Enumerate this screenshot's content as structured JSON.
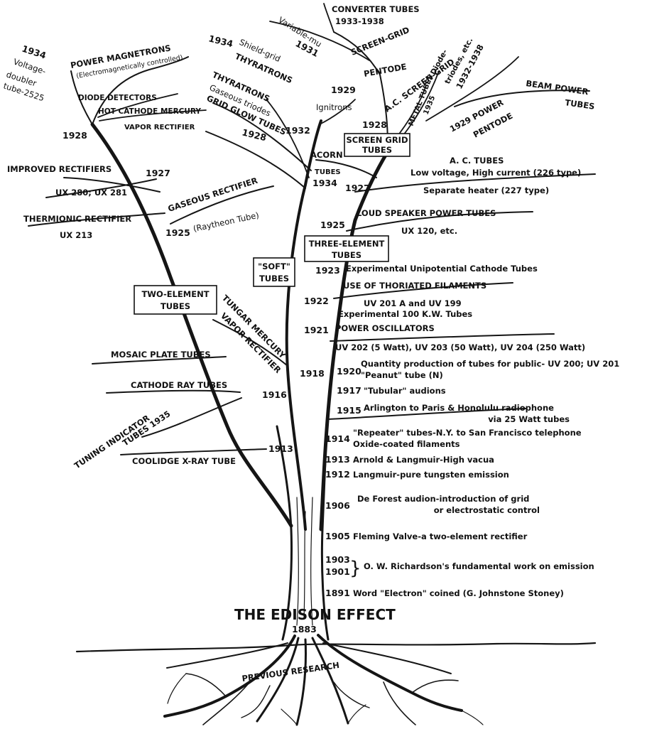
{
  "diagram": {
    "title": "THE EDISON EFFECT",
    "origin_year": "1883",
    "roots_label": "PREVIOUS RESEARCH",
    "boxes": {
      "two_element_1": "TWO-ELEMENT",
      "two_element_2": "TUBES",
      "soft_1": "\"SOFT\"",
      "soft_2": "TUBES",
      "three_element_1": "THREE-ELEMENT",
      "three_element_2": "TUBES",
      "screen_grid_1": "SCREEN GRID",
      "screen_grid_2": "TUBES"
    },
    "trunk_events": [
      {
        "year": "1891",
        "text": "Word \"Electron\" coined (G. Johnstone Stoney)"
      },
      {
        "year": "1903",
        "text": ""
      },
      {
        "year": "1901",
        "text": "O. W. Richardson's fundamental work on emission"
      },
      {
        "year": "1905",
        "text": "Fleming Valve-a two-element rectifier"
      },
      {
        "year": "1906",
        "text": "De Forest audion-introduction of grid",
        "text2": "or electrostatic control"
      },
      {
        "year": "1912",
        "text": "Langmuir-pure tungsten emission"
      },
      {
        "year": "1913",
        "text": "Arnold & Langmuir-High vacua"
      },
      {
        "year": "1914",
        "text": "\"Repeater\" tubes-N.Y. to San Francisco telephone",
        "text2": "Oxide-coated filaments"
      },
      {
        "year": "1915",
        "text": "Arlington to Paris & Honolulu radiophone",
        "text2": "via 25 Watt tubes"
      },
      {
        "year": "1917",
        "text": "\"Tubular\" audions"
      },
      {
        "year": "1920",
        "text": "Quantity production of tubes for public- UV 200; UV 201",
        "text2": "\"Peanut\" tube (N)"
      },
      {
        "year": "1921",
        "text": "POWER OSCILLATORS",
        "text2": "UV 202 (5 Watt), UV 203 (50 Watt), UV 204 (250 Watt)"
      },
      {
        "year": "1922",
        "text": "USE OF THORIATED FILAMENTS",
        "text2": "UV 201 A and UV 199",
        "text3": "Experimental 100 K.W. Tubes"
      },
      {
        "year": "1923",
        "text": "Experimental Unipotential Cathode Tubes"
      },
      {
        "year": "1925",
        "text": "LOUD SPEAKER POWER TUBES",
        "text2": "UX 120, etc."
      },
      {
        "year": "1927",
        "text": "A. C. TUBES",
        "text2": "Low voltage, High current (226 type)",
        "text3": "Separate heater (227 type)"
      }
    ],
    "right_branches": {
      "acorn_1": "ACORN",
      "acorn_2": "TUBES",
      "acorn_year": "1934",
      "year_1928": "1928",
      "ac_screen_grid": "A.C. SCREEN-GRID",
      "metal_tubes": "METAL TUBES",
      "metal_year": "1935",
      "diode_triodes_1": "Diode-",
      "diode_triodes_2": "triodes, etc.",
      "diode_years": "1932-1938",
      "power_pentode_1": "1929 POWER",
      "power_pentode_2": "PENTODE",
      "beam_power_1": "BEAM POWER",
      "beam_power_2": "TUBES",
      "converter_1": "CONVERTER TUBES",
      "converter_2": "1933-1938",
      "screen_grid_pentode_1": "SCREEN-GRID",
      "screen_grid_pentode_2": "PENTODE",
      "screen_grid_pentode_year": "1929",
      "variable_mu": "Variable-mu",
      "variable_mu_year": "1931"
    },
    "middle_branches": {
      "ignitrons": "Ignitrons",
      "year_1932": "1932",
      "shield_grid_year": "1934",
      "shield_grid_1": "Shield-grid",
      "shield_grid_2": "THYRATRONS",
      "thyratrons_1": "THYRATRONS",
      "thyratrons_2": "Gaseous triodes",
      "grid_glow_1": "GRID GLOW TUBES",
      "grid_glow_2": "1928",
      "year_1918": "1918",
      "tungar_1": "TUNGAR MERCURY",
      "tungar_2": "VAPOR RECTIFIER"
    },
    "left_branches": {
      "doubler_year": "1934",
      "doubler_1": "Voltage-",
      "doubler_2": "doubler",
      "doubler_3": "tube-2525",
      "power_magnetrons_1": "POWER MAGNETRONS",
      "power_magnetrons_2": "(Electromagnetically controlled)",
      "diode_detectors": "DIODE DETECTORS",
      "hot_cathode_1": "HOT CATHODE MERCURY",
      "hot_cathode_2": "VAPOR RECTIFIER",
      "year_1928": "1928",
      "improved_rectifiers": "IMPROVED RECTIFIERS",
      "improved_year": "1927",
      "improved_models": "UX 280; UX 281",
      "gaseous_rectifier_1": "GASEOUS RECTIFIER",
      "gaseous_rectifier_2": "(Raytheon Tube)",
      "gaseous_year": "1925",
      "thermionic_1": "THERMIONIC RECTIFIER",
      "thermionic_2": "UX 213",
      "mosaic": "MOSAIC PLATE TUBES",
      "cathode_ray": "CATHODE RAY TUBES",
      "cathode_ray_year": "1916",
      "tuning_1": "TUNING INDICATOR",
      "tuning_2": "TUBES 1935",
      "coolidge": "COOLIDGE X-RAY TUBE",
      "coolidge_year": "1913"
    }
  }
}
